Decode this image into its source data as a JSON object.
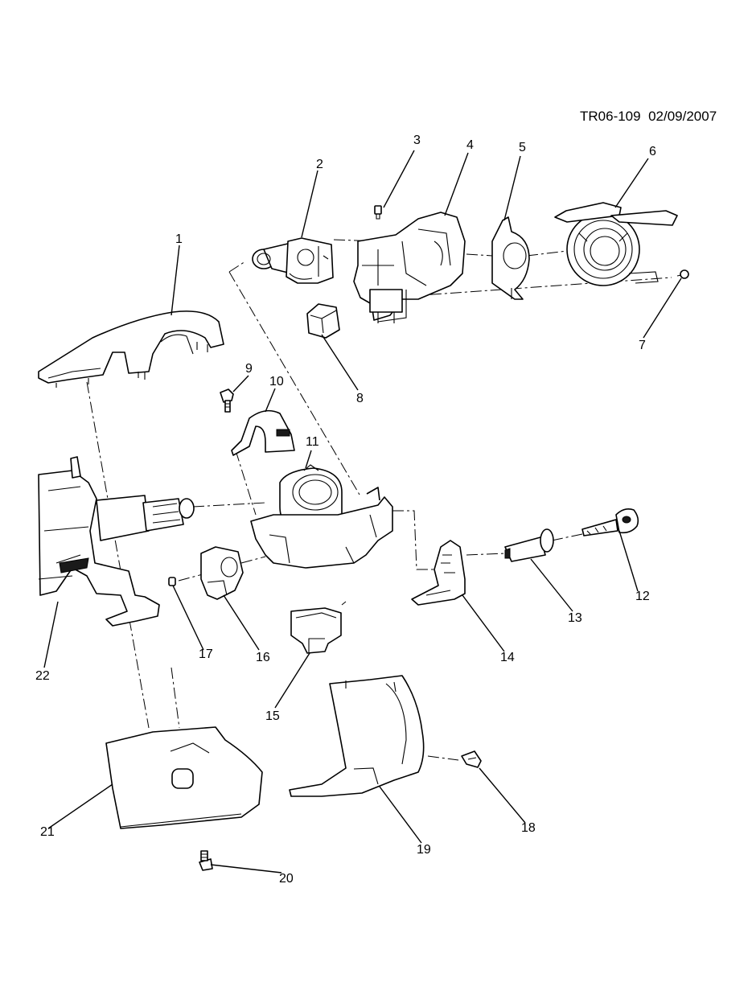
{
  "diagram_id": "TR06-109",
  "diagram_date": "02/09/2007",
  "callouts": [
    "1",
    "2",
    "3",
    "4",
    "5",
    "6",
    "7",
    "8",
    "9",
    "10",
    "11",
    "12",
    "13",
    "14",
    "15",
    "16",
    "17",
    "18",
    "19",
    "20",
    "21",
    "22"
  ]
}
